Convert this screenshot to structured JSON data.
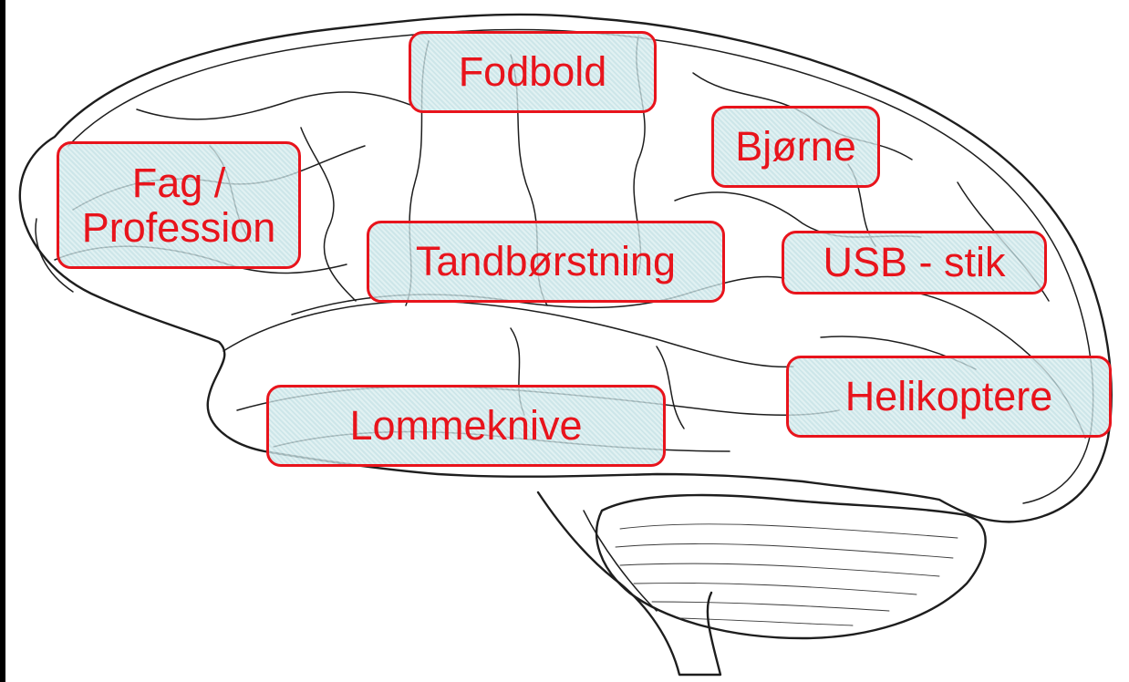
{
  "colors": {
    "label_text": "#e8141c",
    "label_border": "#e8141c",
    "label_fill": "#c8e4e8",
    "brain_stroke": "#1e1e1e",
    "border": "#000000"
  },
  "labels": {
    "fodbold": "Fodbold",
    "bjorne": "Bjørne",
    "fag_profession": "Fag /\nProfession",
    "tandborstning": "Tandbørstning",
    "usb_stik": "USB - stik",
    "helikoptere": "Helikoptere",
    "lommeknive": "Lommeknive"
  }
}
